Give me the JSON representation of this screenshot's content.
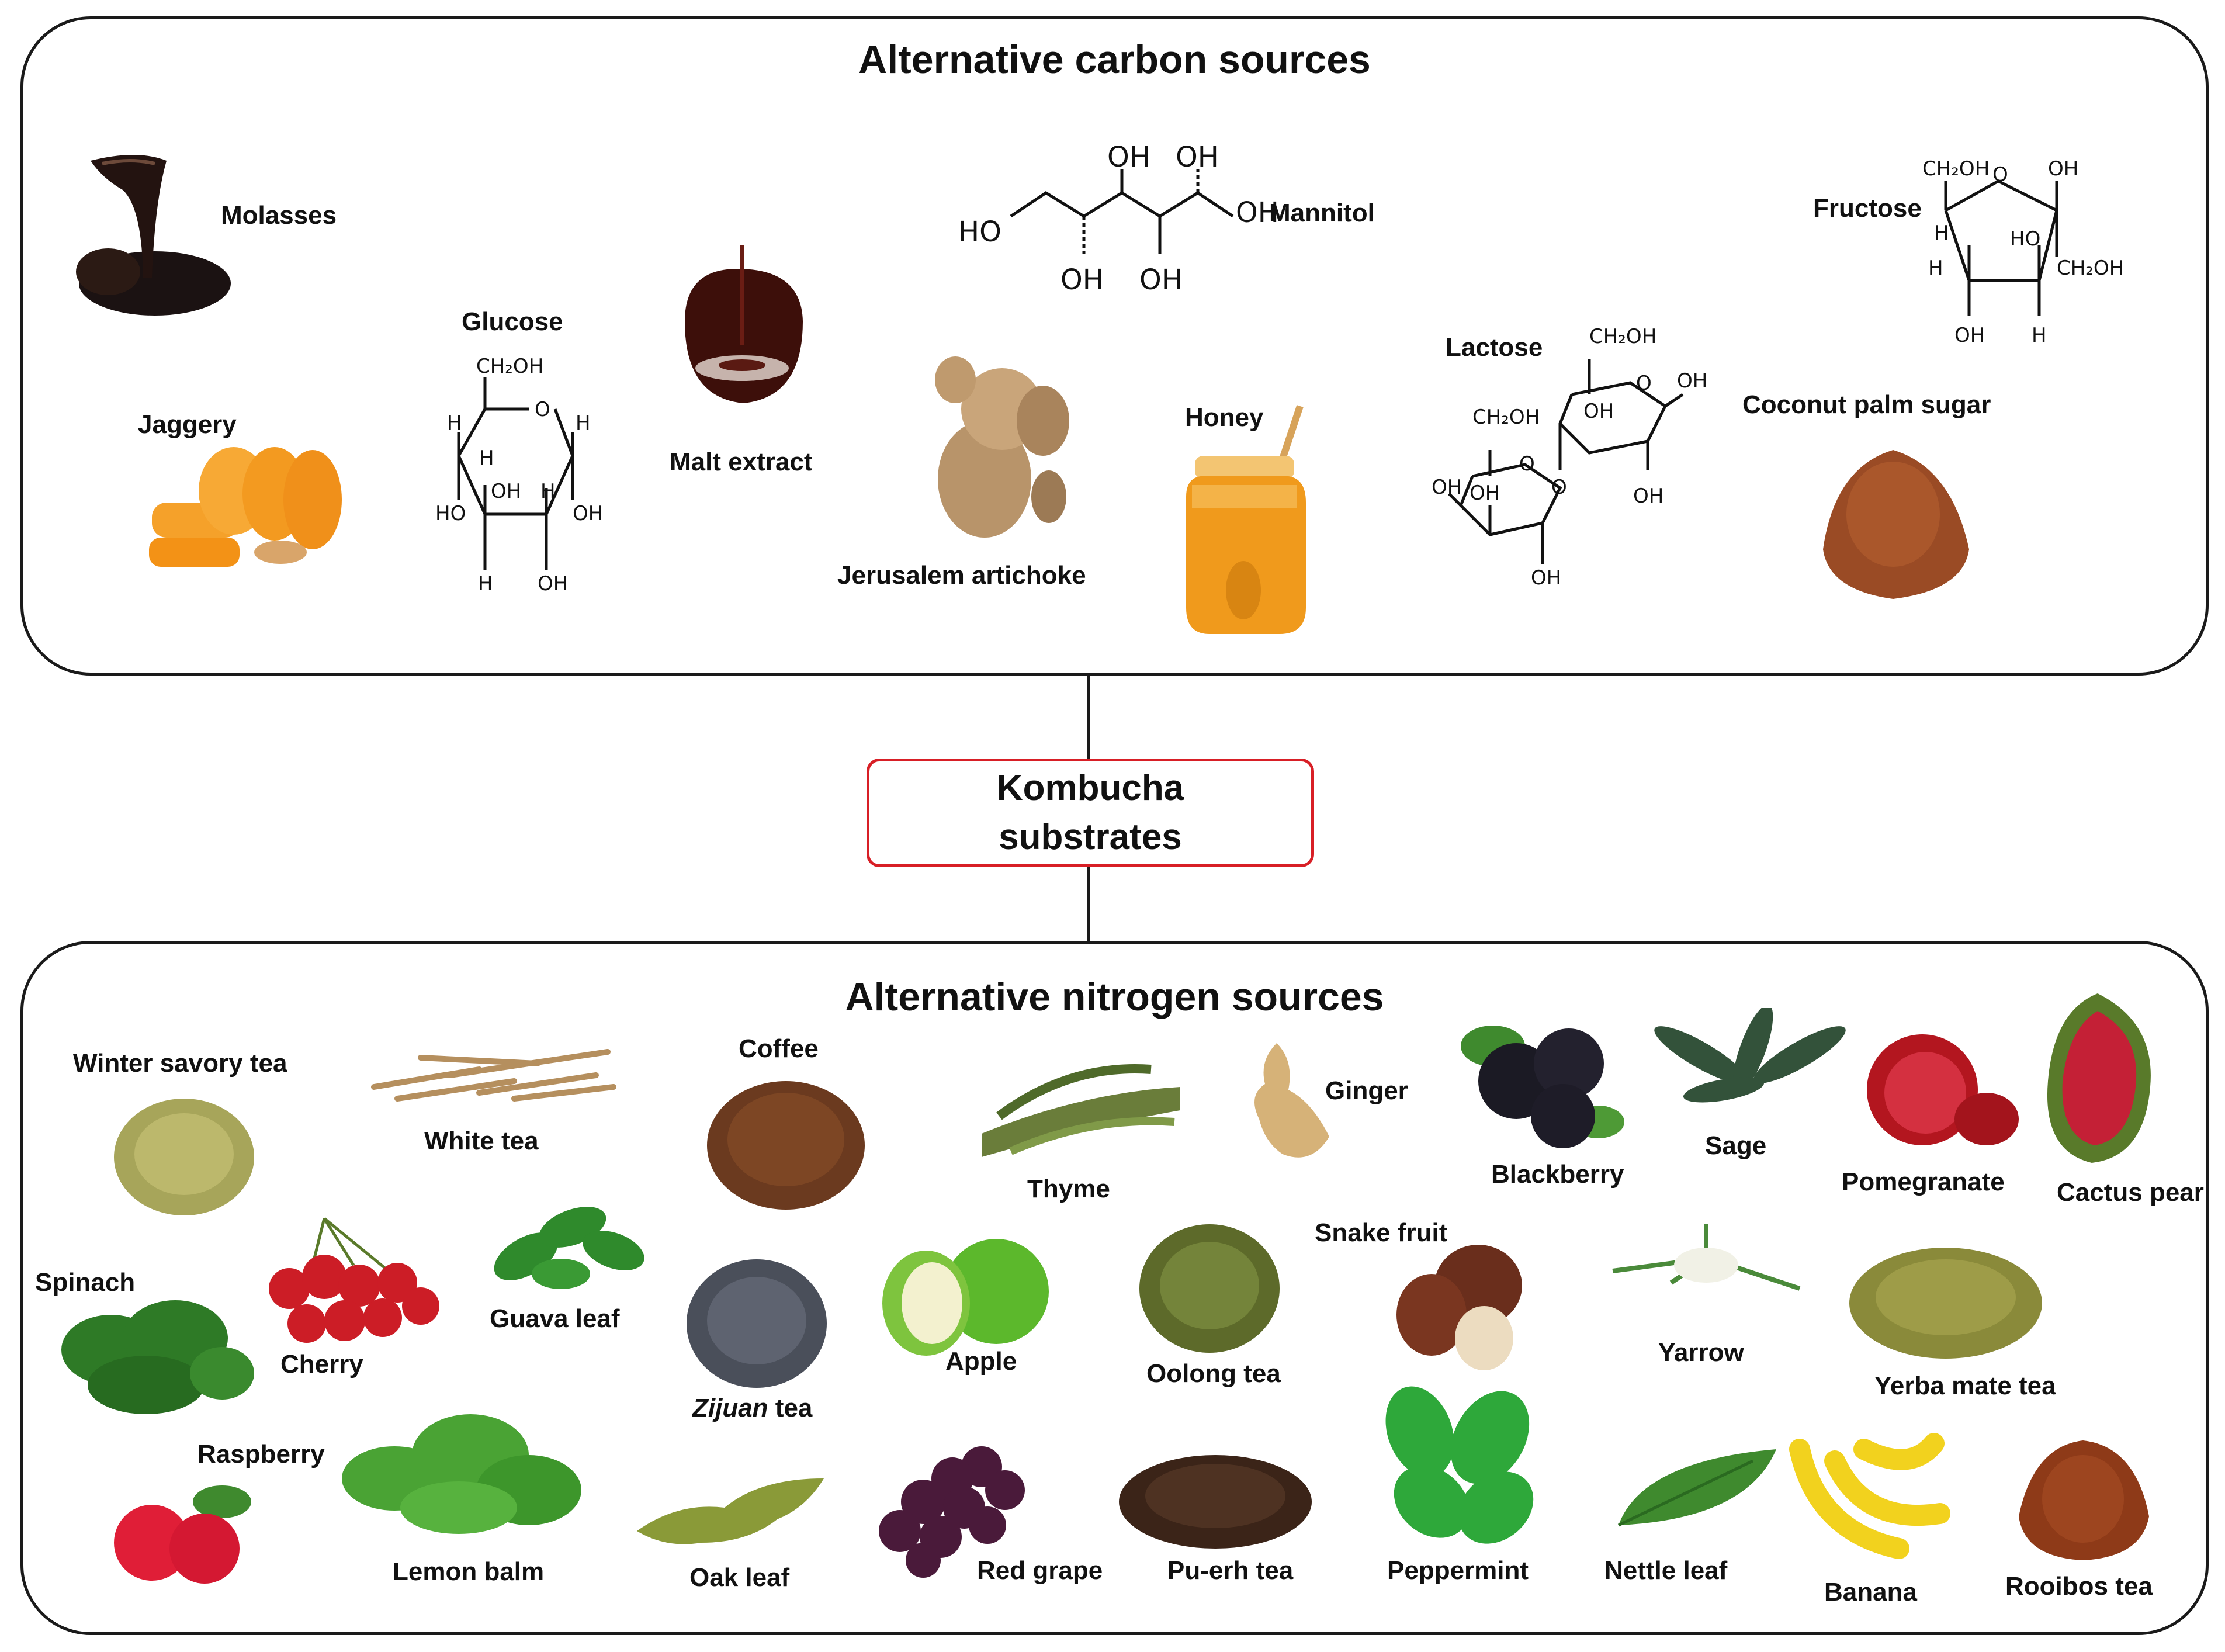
{
  "center": {
    "line1": "Kombucha",
    "line2": "substrates"
  },
  "carbon": {
    "title": "Alternative carbon sources",
    "items": {
      "molasses": "Molasses",
      "jaggery": "Jaggery",
      "glucose": "Glucose",
      "malt": "Malt extract",
      "mannitol": "Mannitol",
      "artichoke": "Jerusalem artichoke",
      "honey": "Honey",
      "lactose": "Lactose",
      "fructose": "Fructose",
      "coconut": "Coconut palm sugar"
    },
    "chem": {
      "ch2oh": "CH₂OH",
      "oh": "OH",
      "ho": "HO",
      "h": "H",
      "o": "O"
    }
  },
  "nitrogen": {
    "title": "Alternative nitrogen sources",
    "items": {
      "winter_savory": "Winter savory tea",
      "white_tea": "White tea",
      "coffee": "Coffee",
      "thyme": "Thyme",
      "ginger": "Ginger",
      "blackberry": "Blackberry",
      "sage": "Sage",
      "pomegranate": "Pomegranate",
      "cactus_pear": "Cactus pear",
      "spinach": "Spinach",
      "cherry": "Cherry",
      "guava_leaf": "Guava leaf",
      "zijuan_italic": "Zijuan",
      "zijuan_rest": " tea",
      "apple": "Apple",
      "oolong": "Oolong tea",
      "snake_fruit": "Snake fruit",
      "yarrow": "Yarrow",
      "yerba_mate": "Yerba mate tea",
      "raspberry": "Raspberry",
      "lemon_balm": "Lemon balm",
      "oak_leaf": "Oak leaf",
      "red_grape": "Red grape",
      "puerh": "Pu-erh tea",
      "peppermint": "Peppermint",
      "nettle_leaf": "Nettle leaf",
      "banana": "Banana",
      "rooibos": "Rooibos tea"
    }
  },
  "colors": {
    "center_border": "#d81f26",
    "panel_border": "#1a1a1a"
  }
}
